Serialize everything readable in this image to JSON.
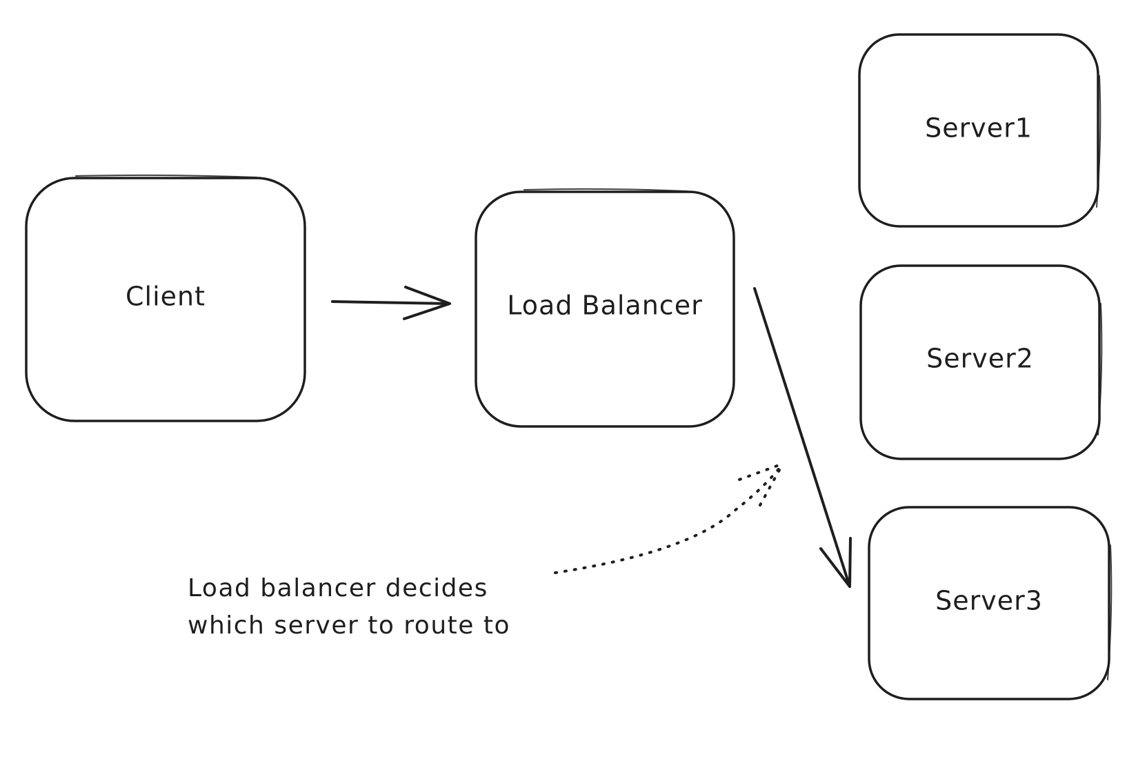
{
  "nodes": {
    "client": {
      "label": "Client"
    },
    "load_balancer": {
      "label": "Load Balancer"
    },
    "server1": {
      "label": "Server1"
    },
    "server2": {
      "label": "Server2"
    },
    "server3": {
      "label": "Server3"
    }
  },
  "annotation": {
    "line1": "Load balancer decides",
    "line2": "which server to route to"
  },
  "colors": {
    "stroke": "#1e1e1e",
    "background": "#ffffff"
  }
}
